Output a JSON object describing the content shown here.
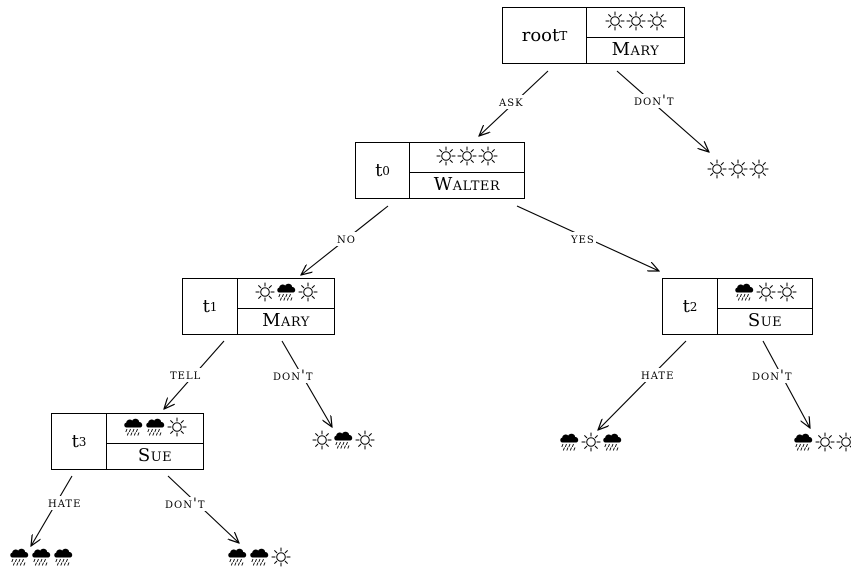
{
  "nodes": {
    "root": {
      "label": "root",
      "sub": "T",
      "weather": [
        "sunny",
        "sunny",
        "sunny"
      ],
      "agent": "Mary"
    },
    "t0": {
      "label": "t",
      "sub": "0",
      "weather": [
        "sunny",
        "sunny",
        "sunny"
      ],
      "agent": "Walter"
    },
    "t1": {
      "label": "t",
      "sub": "1",
      "weather": [
        "sunny",
        "rainy",
        "sunny"
      ],
      "agent": "Mary"
    },
    "t2": {
      "label": "t",
      "sub": "2",
      "weather": [
        "rainy",
        "sunny",
        "sunny"
      ],
      "agent": "Sue"
    },
    "t3": {
      "label": "t",
      "sub": "3",
      "weather": [
        "rainy",
        "rainy",
        "sunny"
      ],
      "agent": "Sue"
    }
  },
  "leaves": {
    "root_dont": [
      "sunny",
      "sunny",
      "sunny"
    ],
    "t1_dont": [
      "sunny",
      "rainy",
      "sunny"
    ],
    "t2_hate": [
      "rainy",
      "sunny",
      "rainy"
    ],
    "t2_dont": [
      "rainy",
      "sunny",
      "sunny"
    ],
    "t3_hate": [
      "rainy",
      "rainy",
      "rainy"
    ],
    "t3_dont": [
      "rainy",
      "rainy",
      "sunny"
    ]
  },
  "edge_labels": {
    "root_ask": "ask",
    "root_dont": "don't",
    "t0_no": "no",
    "t0_yes": "yes",
    "t1_tell": "tell",
    "t1_dont": "don't",
    "t2_hate": "hate",
    "t2_dont": "don't",
    "t3_hate": "hate",
    "t3_dont": "don't"
  },
  "icons": {
    "sunny": "sun-icon",
    "rainy": "rain-cloud-icon"
  }
}
